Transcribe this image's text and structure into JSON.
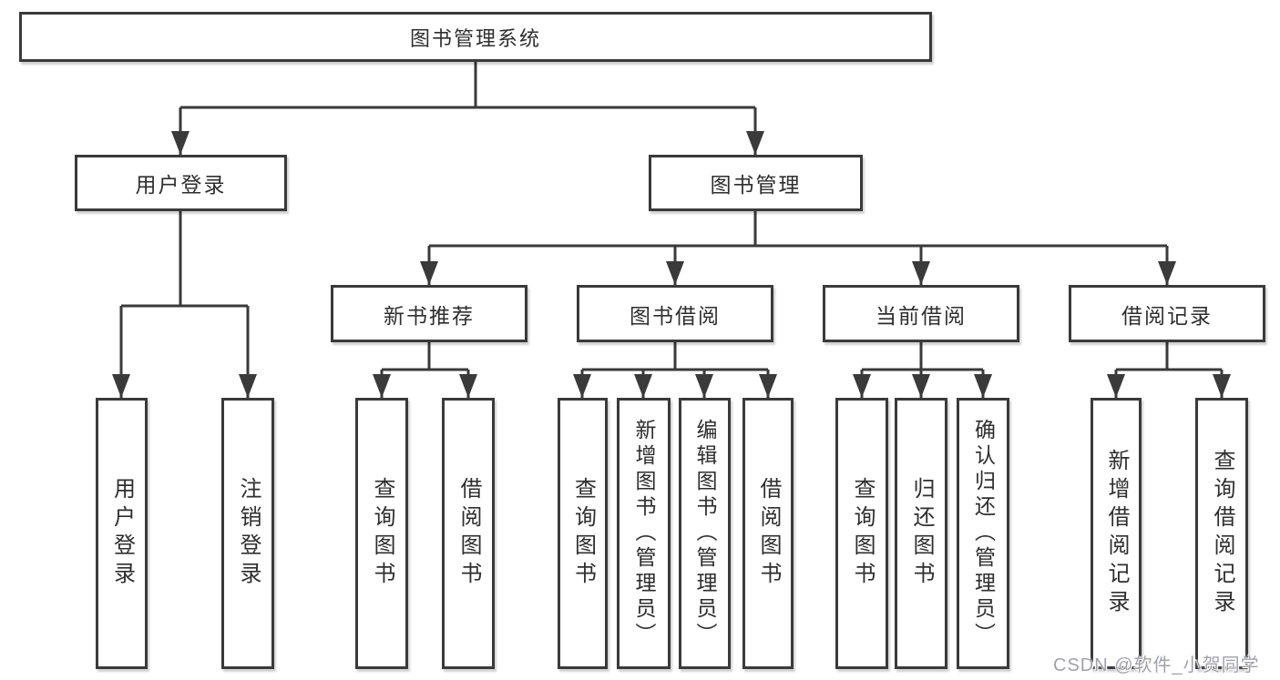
{
  "diagram_title": "图书管理系统",
  "watermark": {
    "text": "CSDN @软件_小贺同学"
  },
  "colors": {
    "line": "#3a3a3a",
    "box_border": "#3a3a3a",
    "text": "#2e2e2e",
    "watermark": "#a2a2ac",
    "background": "#ffffff"
  },
  "tree": {
    "label": "图书管理系统",
    "children": [
      {
        "label": "用户登录",
        "children": [
          {
            "label": "用户登录"
          },
          {
            "label": "注销登录"
          }
        ]
      },
      {
        "label": "图书管理",
        "children": [
          {
            "label": "新书推荐",
            "children": [
              {
                "label": "查询图书"
              },
              {
                "label": "借阅图书"
              }
            ]
          },
          {
            "label": "图书借阅",
            "children": [
              {
                "label": "查询图书"
              },
              {
                "label": "新增图书（管理员）"
              },
              {
                "label": "编辑图书（管理员）"
              },
              {
                "label": "借阅图书"
              }
            ]
          },
          {
            "label": "当前借阅",
            "children": [
              {
                "label": "查询图书"
              },
              {
                "label": "归还图书"
              },
              {
                "label": "确认归还（管理员）"
              }
            ]
          },
          {
            "label": "借阅记录",
            "children": [
              {
                "label": "新增借阅记录"
              },
              {
                "label": "查询借阅记录"
              }
            ]
          }
        ]
      }
    ]
  }
}
